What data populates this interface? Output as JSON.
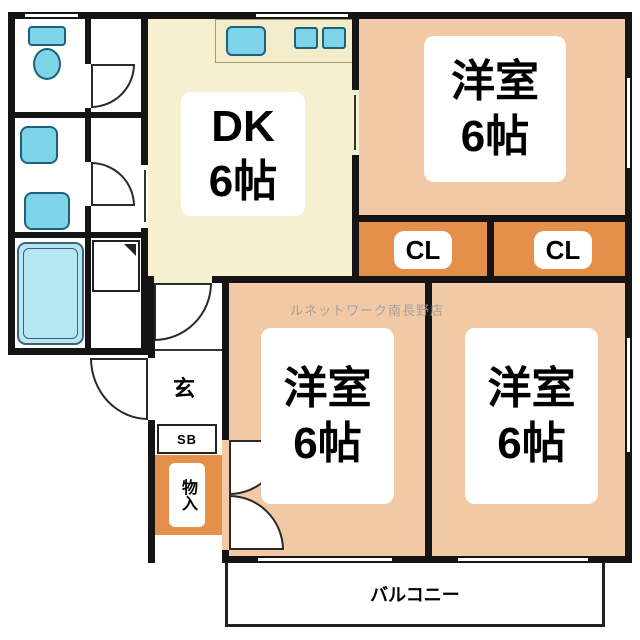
{
  "watermark": {
    "text": "ルネットワーク南長野店"
  },
  "rooms": {
    "dk": {
      "name": "DK",
      "size": "6帖"
    },
    "west_top": {
      "name": "洋室",
      "size": "6帖"
    },
    "west_mid": {
      "name": "洋室",
      "size": "6帖"
    },
    "west_right": {
      "name": "洋室",
      "size": "6帖"
    }
  },
  "closets": {
    "left": "CL",
    "right": "CL"
  },
  "entrance": {
    "genkan": "玄",
    "shoebox": "SB",
    "storage": "物入"
  },
  "balcony": {
    "label": "バルコニー"
  },
  "colors": {
    "wall": "#141414",
    "western_room": "#f1c9a4",
    "closet_orange": "#e5904a",
    "dk_cream": "#f5f1d0",
    "fixture_blue": "#7dd3e8",
    "bath_blue": "#b7e6f3"
  }
}
